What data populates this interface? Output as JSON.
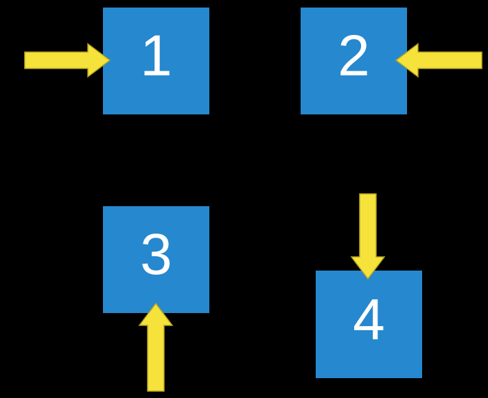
{
  "colors": {
    "background": "#000000",
    "square_fill": "#2688CE",
    "arrow_fill": "#F5E23B",
    "arrow_outline": "#B7A421",
    "number_text": "#FFFFFF"
  },
  "squares": [
    {
      "label": "1",
      "arrow_direction": "right"
    },
    {
      "label": "2",
      "arrow_direction": "left"
    },
    {
      "label": "3",
      "arrow_direction": "up"
    },
    {
      "label": "4",
      "arrow_direction": "down"
    }
  ]
}
